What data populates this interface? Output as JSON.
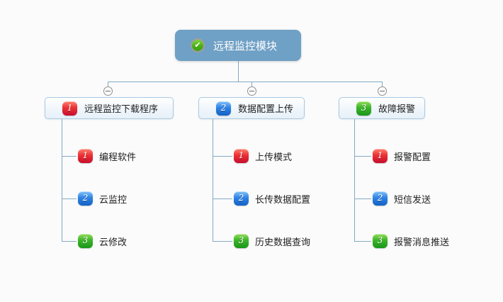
{
  "root": {
    "label": "远程监控模块",
    "icon": "check"
  },
  "branches": [
    {
      "num": "1",
      "color": "red",
      "label": "远程监控下载程序",
      "children": [
        {
          "num": "1",
          "color": "red",
          "label": "编程软件"
        },
        {
          "num": "2",
          "color": "blue",
          "label": "云监控"
        },
        {
          "num": "3",
          "color": "green",
          "label": "云修改"
        }
      ]
    },
    {
      "num": "2",
      "color": "blue",
      "label": "数据配置上传",
      "children": [
        {
          "num": "1",
          "color": "red",
          "label": "上传模式"
        },
        {
          "num": "2",
          "color": "blue",
          "label": "长传数据配置"
        },
        {
          "num": "3",
          "color": "green",
          "label": "历史数据查询"
        }
      ]
    },
    {
      "num": "3",
      "color": "green",
      "label": "故障报警",
      "children": [
        {
          "num": "1",
          "color": "red",
          "label": "报警配置"
        },
        {
          "num": "2",
          "color": "blue",
          "label": "短信发送"
        },
        {
          "num": "3",
          "color": "green",
          "label": "报警消息推送"
        }
      ]
    }
  ],
  "colors": {
    "background": "#fbfbfb",
    "root_fill": "#6fa0c5",
    "node_border": "#a9c9e3",
    "node_fill_top": "#ffffff",
    "node_fill_bottom": "#e7f0f9",
    "connector": "#84a9c4",
    "badge_red": "#d81e2e",
    "badge_blue": "#1e6fd0",
    "badge_green": "#27a327",
    "check_green": "#4cae1e",
    "text": "#222222",
    "root_text": "#ffffff"
  }
}
